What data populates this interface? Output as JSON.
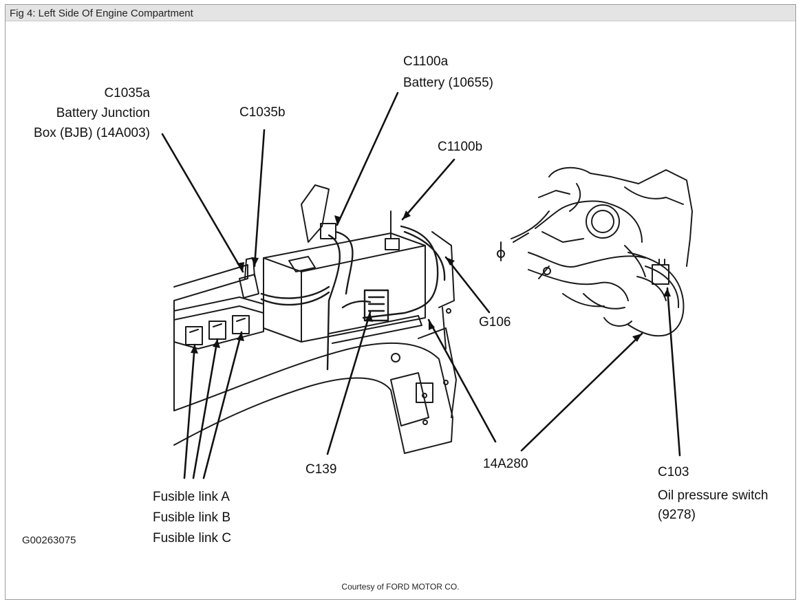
{
  "figure": {
    "title": "Fig 4: Left Side Of Engine Compartment",
    "image_code": "G00263075",
    "credit": "Courtesy of FORD MOTOR CO."
  },
  "callouts": {
    "c1035a": {
      "code": "C1035a",
      "line1": "Battery Junction",
      "line2": "Box (BJB) (14A003)"
    },
    "c1035b": {
      "code": "C1035b"
    },
    "c1100a": {
      "code": "C1100a",
      "desc": "Battery (10655)"
    },
    "c1100b": {
      "code": "C1100b"
    },
    "g106": {
      "code": "G106"
    },
    "c139": {
      "code": "C139"
    },
    "a14a280": {
      "code": "14A280"
    },
    "c103": {
      "code": "C103",
      "line1": "Oil pressure switch",
      "line2": "(9278)"
    },
    "fusible": {
      "a": "Fusible link A",
      "b": "Fusible link B",
      "c": "Fusible link C"
    }
  }
}
